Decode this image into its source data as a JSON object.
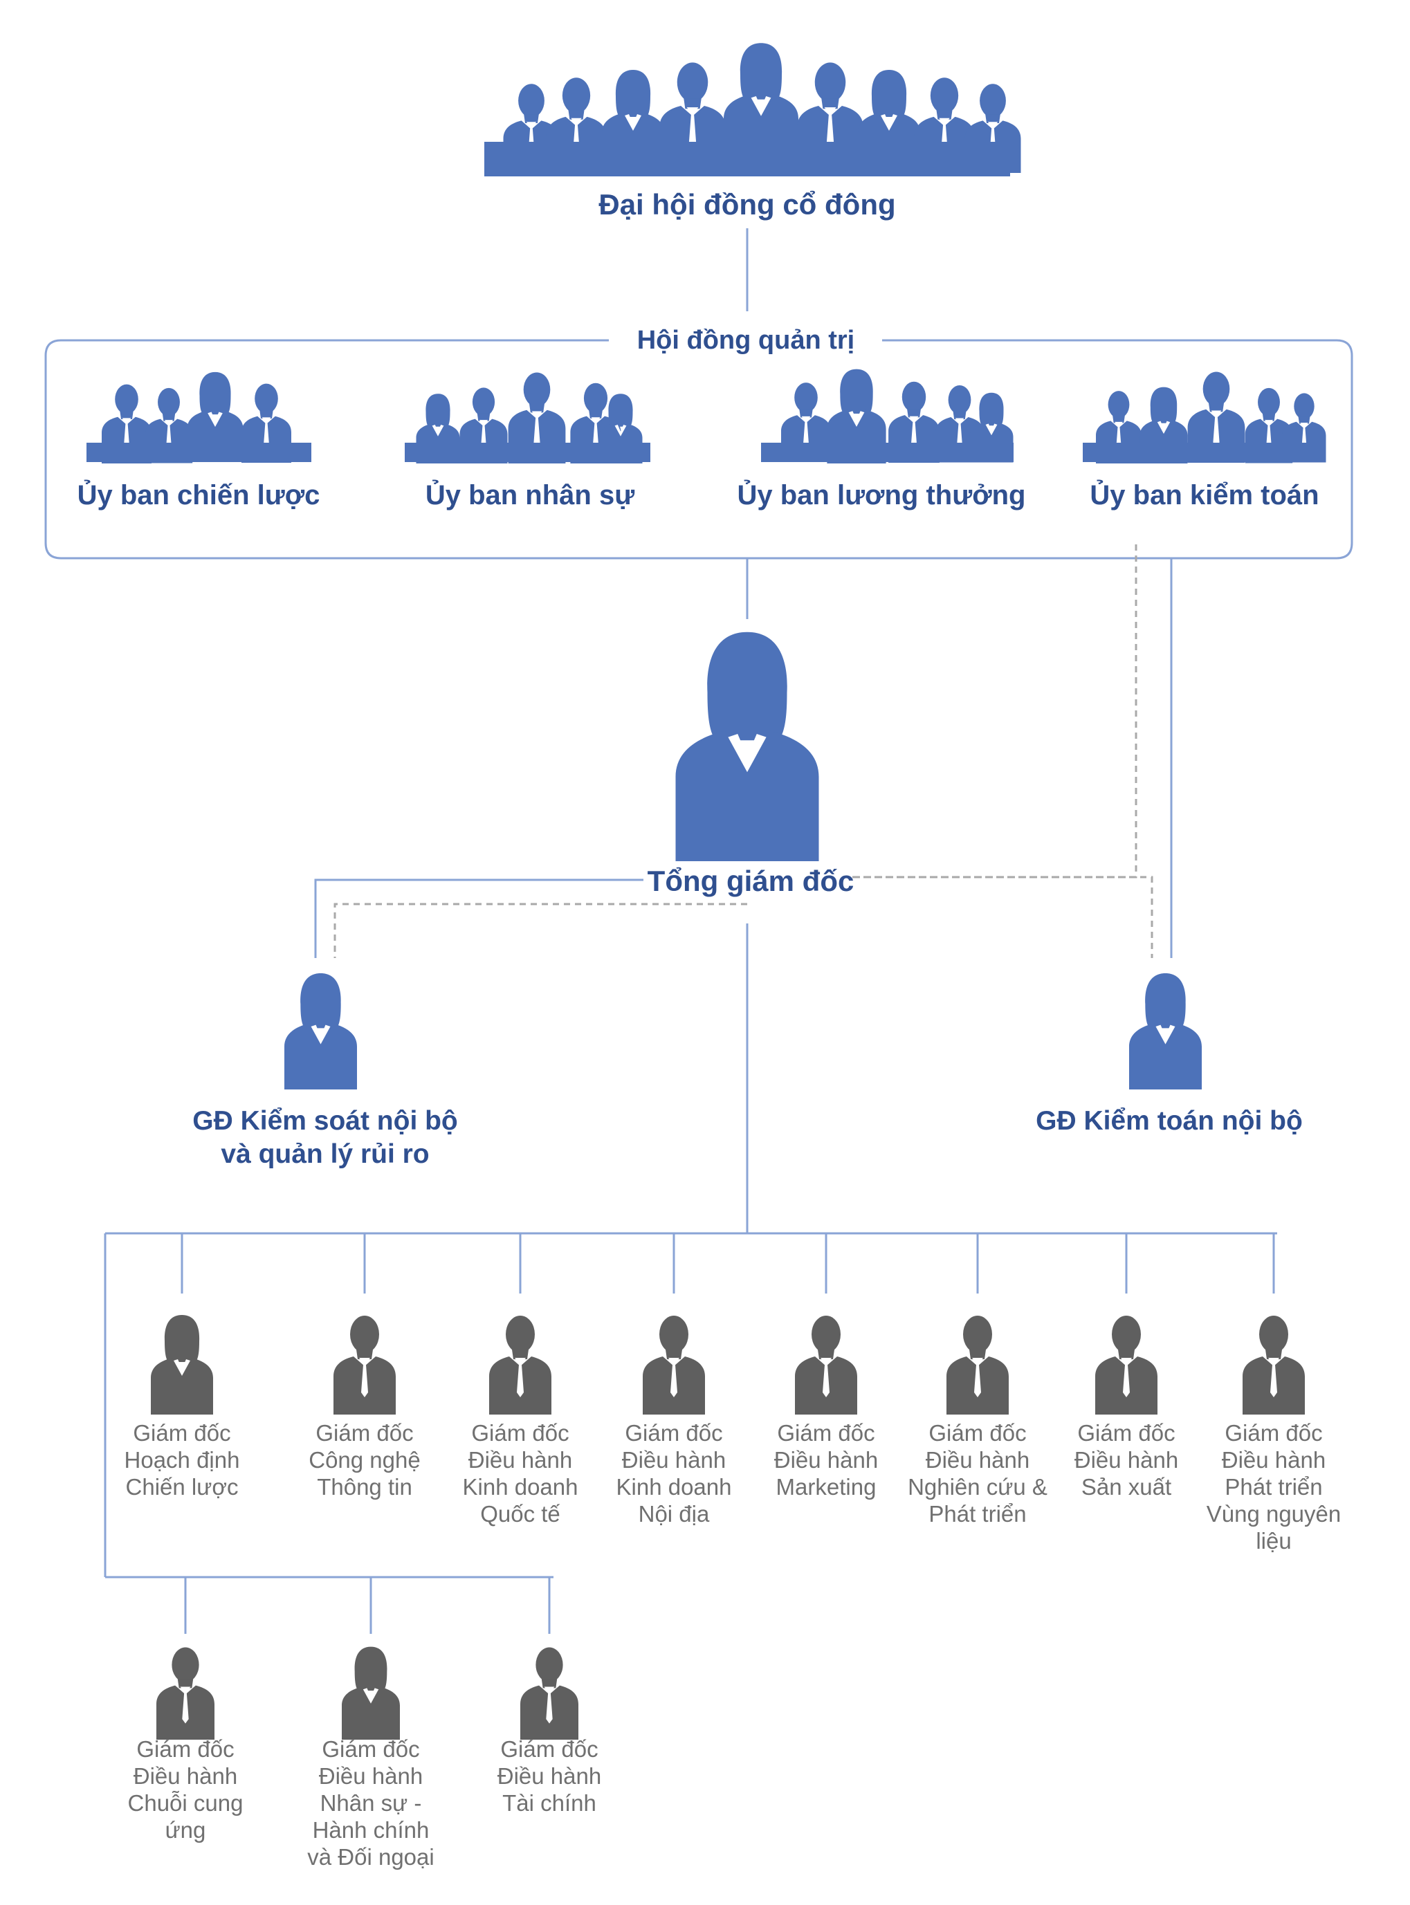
{
  "colors": {
    "blue_figure": "#4d72b9",
    "blue_text": "#2f4f8f",
    "grey_figure": "#5f5f5f",
    "grey_text": "#707070",
    "connector_blue": "#8aa4d6",
    "connector_dashed": "#a9a9a9"
  },
  "shareholders": {
    "label": "Đại hội đồng cổ đông"
  },
  "board": {
    "label": "Hội đồng quản trị",
    "committees": [
      {
        "label": "Ủy ban chiến lược"
      },
      {
        "label": "Ủy ban nhân sự"
      },
      {
        "label": "Ủy ban lương thưởng"
      },
      {
        "label": "Ủy ban kiểm toán"
      }
    ]
  },
  "ceo": {
    "label": "Tổng giám đốc"
  },
  "internal_control": {
    "lines": [
      "GĐ Kiểm soát nội bộ",
      "và quản lý rủi ro"
    ]
  },
  "internal_audit": {
    "label": "GĐ Kiểm toán nội bộ"
  },
  "directors_row1": [
    {
      "lines": [
        "Giám đốc",
        "Hoạch định",
        "Chiến lược"
      ],
      "figure": "female"
    },
    {
      "lines": [
        "Giám đốc",
        "Công nghệ",
        "Thông tin"
      ],
      "figure": "male"
    },
    {
      "lines": [
        "Giám đốc",
        "Điều hành",
        "Kinh doanh",
        "Quốc tế"
      ],
      "figure": "male"
    },
    {
      "lines": [
        "Giám đốc",
        "Điều hành",
        "Kinh doanh",
        "Nội địa"
      ],
      "figure": "male"
    },
    {
      "lines": [
        "Giám đốc",
        "Điều hành",
        "Marketing"
      ],
      "figure": "male"
    },
    {
      "lines": [
        "Giám đốc",
        "Điều hành",
        "Nghiên cứu &",
        "Phát triển"
      ],
      "figure": "male"
    },
    {
      "lines": [
        "Giám đốc",
        "Điều hành",
        "Sản xuất"
      ],
      "figure": "male"
    },
    {
      "lines": [
        "Giám đốc",
        "Điều hành",
        "Phát triển",
        "Vùng nguyên",
        "liệu"
      ],
      "figure": "male"
    }
  ],
  "directors_row2": [
    {
      "lines": [
        "Giám đốc",
        "Điều hành",
        "Chuỗi cung",
        "ứng"
      ],
      "figure": "male"
    },
    {
      "lines": [
        "Giám đốc",
        "Điều hành",
        "Nhân sự -",
        "Hành chính",
        "và Đối ngoại"
      ],
      "figure": "female"
    },
    {
      "lines": [
        "Giám đốc",
        "Điều hành",
        "Tài chính"
      ],
      "figure": "male"
    }
  ]
}
